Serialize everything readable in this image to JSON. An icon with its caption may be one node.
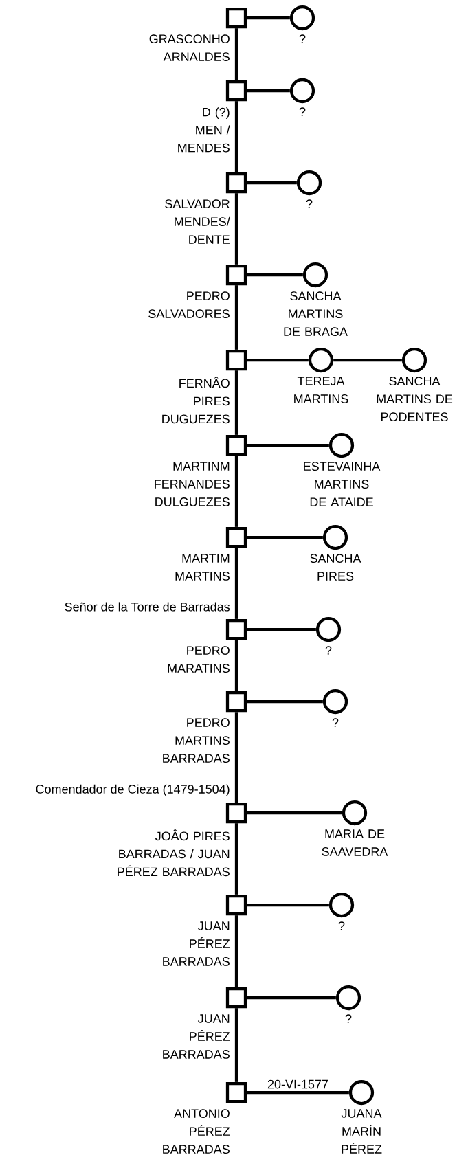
{
  "diagram": {
    "nodes": [
      {
        "text": [
          "GRASCONHO ARNALDES"
        ]
      },
      {
        "text": [
          "?"
        ]
      },
      {
        "text": [
          "D (?) MEN / MENDES"
        ]
      },
      {
        "text": [
          "?"
        ]
      },
      {
        "text": [
          "SALVADOR MENDES/ DENTE"
        ]
      },
      {
        "text": [
          "?"
        ]
      },
      {
        "text": [
          "PEDRO SALVADORES"
        ]
      },
      {
        "text": [
          "SANCHA MARTINS DE BRAGA"
        ]
      },
      {
        "text": [
          "FERNÂO PIRES DUGUEZES"
        ]
      },
      {
        "text": [
          "TEREJA MARTINS"
        ]
      },
      {
        "text": [
          "SANCHA MARTINS DE PODENTES"
        ]
      },
      {
        "text": [
          "MARTINM FERNANDES DULGUEZES"
        ]
      },
      {
        "text": [
          "ESTEVAINHA MARTINS DE ATAIDE"
        ]
      },
      {
        "text": [
          "MARTIM MARTINS"
        ]
      },
      {
        "text": [
          "SANCHA PIRES"
        ]
      },
      {
        "text": [
          "PEDRO MARATINS"
        ],
        "beside": [
          "Señor de la Torre de Barradas"
        ]
      },
      {
        "text": [
          "?"
        ]
      },
      {
        "text": [
          "PEDRO MARTINS BARRADAS"
        ]
      },
      {
        "text": [
          "?"
        ]
      },
      {
        "text": [
          "JOÂO PIRES BARRADAS / JUAN PÉREZ BARRADAS"
        ],
        "beside": [
          "Comendador de Cieza (1479-1504)"
        ]
      },
      {
        "text": [
          "MARIA DE SAAVEDRA"
        ]
      },
      {
        "text": [
          "JUAN PÉREZ BARRADAS"
        ]
      },
      {
        "text": [
          "?"
        ]
      },
      {
        "text": [
          "JUAN PÉREZ BARRADAS"
        ]
      },
      {
        "text": [
          "?"
        ]
      },
      {
        "text": [
          "ANTONIO PÉREZ BARRADAS"
        ]
      },
      {
        "text": [
          "JUANA MARÍN PÉREZ"
        ]
      }
    ],
    "edges": [
      {
        "from": 0,
        "to": 1,
        "arrow": "none"
      },
      {
        "from": 0,
        "to": 2,
        "arrow": "none"
      },
      {
        "from": 2,
        "to": 3,
        "arrow": "none"
      },
      {
        "from": 2,
        "to": 4,
        "arrow": "none"
      },
      {
        "from": 4,
        "to": 5,
        "arrow": "none"
      },
      {
        "from": 4,
        "to": 6,
        "arrow": "none"
      },
      {
        "from": 6,
        "to": 7,
        "arrow": "none"
      },
      {
        "from": 6,
        "to": 8,
        "arrow": "none"
      },
      {
        "from": 8,
        "to": 9,
        "arrow": "none"
      },
      {
        "from": 9,
        "to": 10,
        "arrow": "none"
      },
      {
        "from": 8,
        "to": 11,
        "arrow": "none"
      },
      {
        "from": 11,
        "to": 12,
        "arrow": "none"
      },
      {
        "from": 11,
        "to": 13,
        "arrow": "none"
      },
      {
        "from": 13,
        "to": 14,
        "arrow": "none"
      },
      {
        "from": 13,
        "to": 15,
        "arrow": "none"
      },
      {
        "from": 15,
        "to": 16,
        "arrow": "none"
      },
      {
        "from": 15,
        "to": 17,
        "arrow": "none"
      },
      {
        "from": 17,
        "to": 18,
        "arrow": "none"
      },
      {
        "from": 17,
        "to": 19,
        "arrow": "none"
      },
      {
        "from": 19,
        "to": 20,
        "arrow": "none"
      },
      {
        "from": 19,
        "to": 21,
        "arrow": "none"
      },
      {
        "from": 21,
        "to": 22,
        "arrow": "none"
      },
      {
        "from": 21,
        "to": 23,
        "arrow": "none"
      },
      {
        "from": 23,
        "to": 24,
        "arrow": "none"
      },
      {
        "from": 23,
        "to": 25,
        "arrow": "none"
      },
      {
        "from": 25,
        "to": 26,
        "arrow": "none",
        "label": "20-VI-1577"
      }
    ]
  }
}
